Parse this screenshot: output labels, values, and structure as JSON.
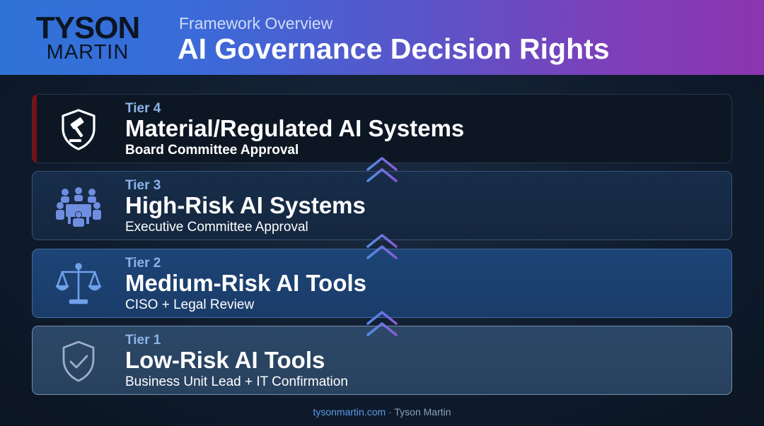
{
  "logo": {
    "line1": "TYSON",
    "line2": "MARTIN"
  },
  "header": {
    "subtitle": "Framework Overview",
    "title": "AI Governance Decision Rights"
  },
  "tiers": [
    {
      "label": "Tier 4",
      "name": "Material/Regulated AI Systems",
      "approval": "Board Committee Approval",
      "icon": "shield-gavel-icon"
    },
    {
      "label": "Tier 3",
      "name": "High-Risk AI Systems",
      "approval": "Executive Committee Approval",
      "icon": "committee-meeting-icon"
    },
    {
      "label": "Tier 2",
      "name": "Medium-Risk AI Tools",
      "approval": "CISO + Legal Review",
      "icon": "scales-icon"
    },
    {
      "label": "Tier 1",
      "name": "Low-Risk AI Tools",
      "approval": "Business Unit Lead + IT Confirmation",
      "icon": "shield-check-icon"
    }
  ],
  "colors": {
    "header_gradient_start": "#2f73d8",
    "header_gradient_end": "#8c35b0",
    "tier4_accent": "#7a1010",
    "tier_label": "#8cb4ea",
    "chevron": "#5b8fe0"
  },
  "footer": {
    "link": "tysonmartin.com",
    "separator": "·",
    "name": "Tyson Martin"
  }
}
